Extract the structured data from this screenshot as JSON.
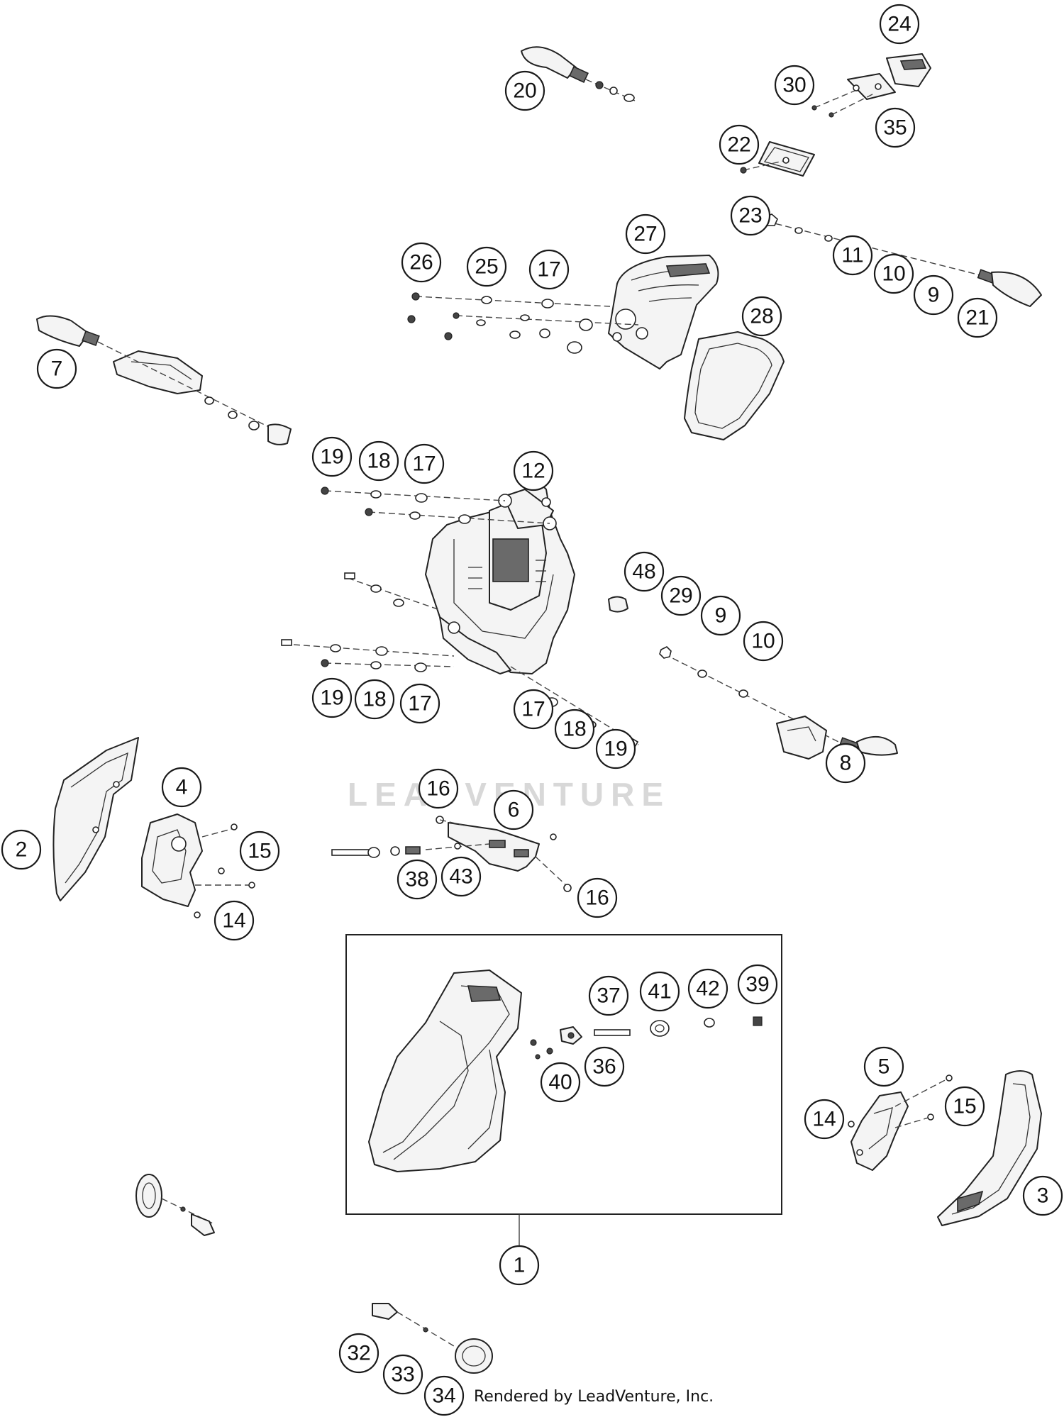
{
  "diagram": {
    "watermark": "LEADVENTURE",
    "credit": "Rendered by LeadVenture, Inc.",
    "callouts": {
      "c1": "1",
      "c2": "2",
      "c3": "3",
      "c4": "4",
      "c5": "5",
      "c6": "6",
      "c7": "7",
      "c8": "8",
      "c9a": "9",
      "c9b": "9",
      "c10a": "10",
      "c10b": "10",
      "c11": "11",
      "c12": "12",
      "c14a": "14",
      "c14b": "14",
      "c15a": "15",
      "c15b": "15",
      "c16a": "16",
      "c16b": "16",
      "c17a": "17",
      "c17b": "17",
      "c17c": "17",
      "c17d": "17",
      "c18a": "18",
      "c18b": "18",
      "c18c": "18",
      "c19a": "19",
      "c19b": "19",
      "c19c": "19",
      "c20": "20",
      "c21": "21",
      "c22": "22",
      "c23": "23",
      "c24": "24",
      "c25": "25",
      "c26": "26",
      "c27": "27",
      "c28": "28",
      "c29": "29",
      "c30": "30",
      "c32": "32",
      "c33": "33",
      "c34": "34",
      "c35": "35",
      "c36": "36",
      "c37": "37",
      "c38": "38",
      "c39": "39",
      "c40": "40",
      "c41": "41",
      "c42": "42",
      "c43": "43",
      "c48": "48"
    }
  }
}
